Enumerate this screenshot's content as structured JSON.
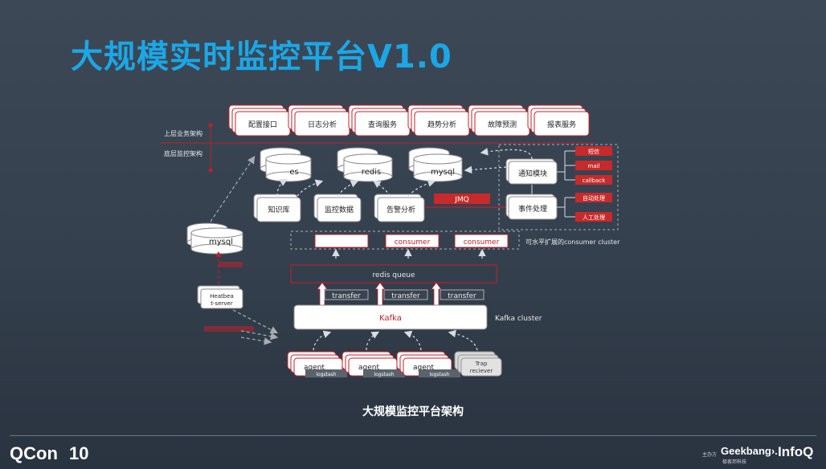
{
  "slide": {
    "title": "大规模实时监控平台V1.0",
    "caption": "大规模监控平台架构",
    "footer": {
      "brand": "QCon",
      "edition": "10",
      "host_label": "主办方",
      "geek": "Geekbang›.",
      "geek_sub": "极客邦科技",
      "infoq": "InfoQ"
    }
  },
  "diagram": {
    "layer_upper": "上层业务架构",
    "layer_lower": "底层监控架构",
    "services": [
      "配置接口",
      "日志分析",
      "查询服务",
      "趋势分析",
      "故障预测",
      "报表服务"
    ],
    "stores": [
      "es",
      "redis",
      "mysql"
    ],
    "mysql_left": "mysql",
    "processors": [
      "知识库",
      "监控数据",
      "告警分析"
    ],
    "jmq": "JMQ",
    "notify": "通知模块",
    "event": "事件处理",
    "notify_targets": [
      "短信",
      "mail",
      "callback"
    ],
    "event_targets": [
      "自动处理",
      "人工处理"
    ],
    "consumers": [
      "",
      "consumer",
      "consumer"
    ],
    "consumer_note": "可水平扩展的consumer cluster",
    "redis_queue": "redis queue",
    "transfers": [
      "transfer",
      "transfer",
      "transfer"
    ],
    "kafka": "Kafka",
    "kafka_note": "Kafka cluster",
    "heartbeat": [
      "Heatbea",
      "t-server"
    ],
    "agents": [
      "agent",
      "agent",
      "agent"
    ],
    "logstash": [
      "logstash",
      "logstash",
      "logstash"
    ],
    "trap": [
      "Trap",
      "reciever"
    ]
  }
}
